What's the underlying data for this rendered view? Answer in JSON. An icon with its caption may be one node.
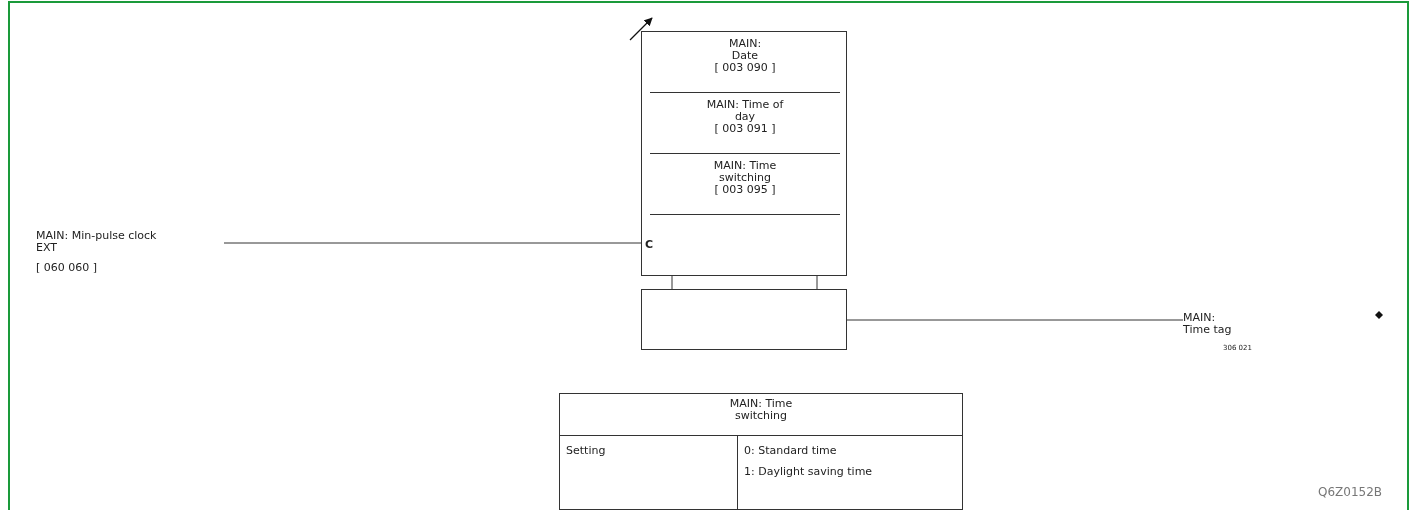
{
  "diagram": {
    "nodes": [
      {
        "text": [
          "MAIN: Min-pulse clock EXT",
          "[ 060 060 ]"
        ]
      },
      {
        "text": [
          "C"
        ]
      },
      {
        "text": [
          "MAIN: Date",
          "[ 003 090 ]"
        ],
        "in": 1
      },
      {
        "text": [
          "MAIN: Time of day",
          "[ 003 091 ]"
        ],
        "in": 1
      },
      {
        "text": [
          "MAIN: Time switching",
          "[ 003 095 ]"
        ],
        "in": 1
      },
      {
        "text": [],
        "shape": "box"
      },
      {
        "text": [
          "MAIN: Time tag"
        ],
        "beside": [
          "306 021"
        ]
      }
    ],
    "edges": [
      {
        "from": 0,
        "to": 1,
        "arrow": "none"
      },
      {
        "from": 1,
        "to": 5,
        "arrow": "none"
      },
      {
        "from": 1,
        "to": 5,
        "arrow": "none"
      },
      {
        "from": 5,
        "to": 6,
        "arrow": "none"
      }
    ],
    "labels": [
      "MAIN: Time switching",
      "Setting",
      "0: Standard time",
      "1: Daylight saving time",
      "Q6Z0152B"
    ]
  }
}
